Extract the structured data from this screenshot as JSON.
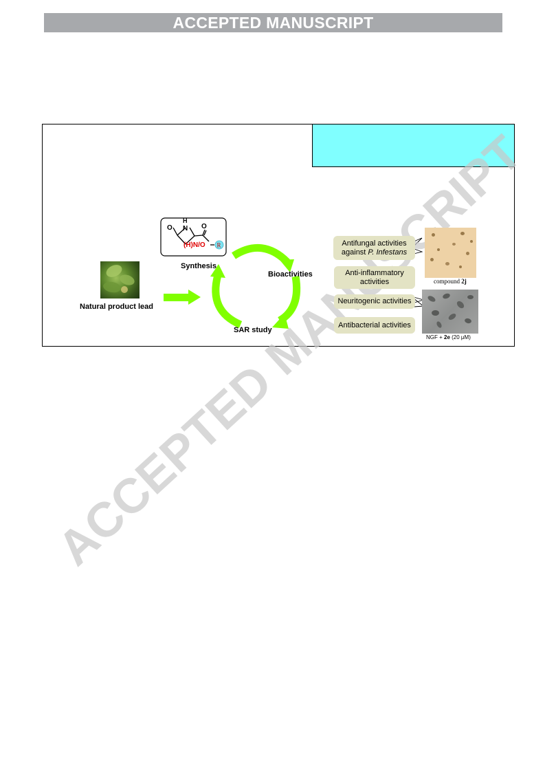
{
  "header": {
    "banner": "ACCEPTED MANUSCRIPT"
  },
  "watermark": {
    "text": "ACCEPTED MANUSCRIPT"
  },
  "graphical_abstract": {
    "natural_product_label": "Natural product lead",
    "synthesis_label": "Synthesis",
    "bioactivities_label": "Bioactivities",
    "sar_label": "SAR study",
    "structure": {
      "atom_o1": "O",
      "atom_h": "H",
      "atom_n": "N",
      "atom_o2": "O",
      "linker_red": "(H)N/O",
      "r_group": "R"
    },
    "activities": [
      {
        "line1": "Antifungal activities",
        "line2_prefix": "against ",
        "line2_italic": "P. Infestans"
      },
      {
        "line1": "Anti-inflammatory",
        "line2": "activities"
      },
      {
        "line1": "Neuritogenic activities"
      },
      {
        "line1": "Antibacterial activities"
      }
    ],
    "caption_top_prefix": "compound ",
    "caption_top_bold": "2j",
    "caption_bottom_prefix": "NGF + ",
    "caption_bottom_bold": "2e",
    "caption_bottom_suffix": " (20 μM)"
  },
  "colors": {
    "banner": "#a7a9ac",
    "cyan_box": "#80ffff",
    "arrow_green": "#80ff00",
    "pill": "#e3e3c4",
    "structure_red": "#e00000",
    "r_circle": "#7fe4f2"
  }
}
